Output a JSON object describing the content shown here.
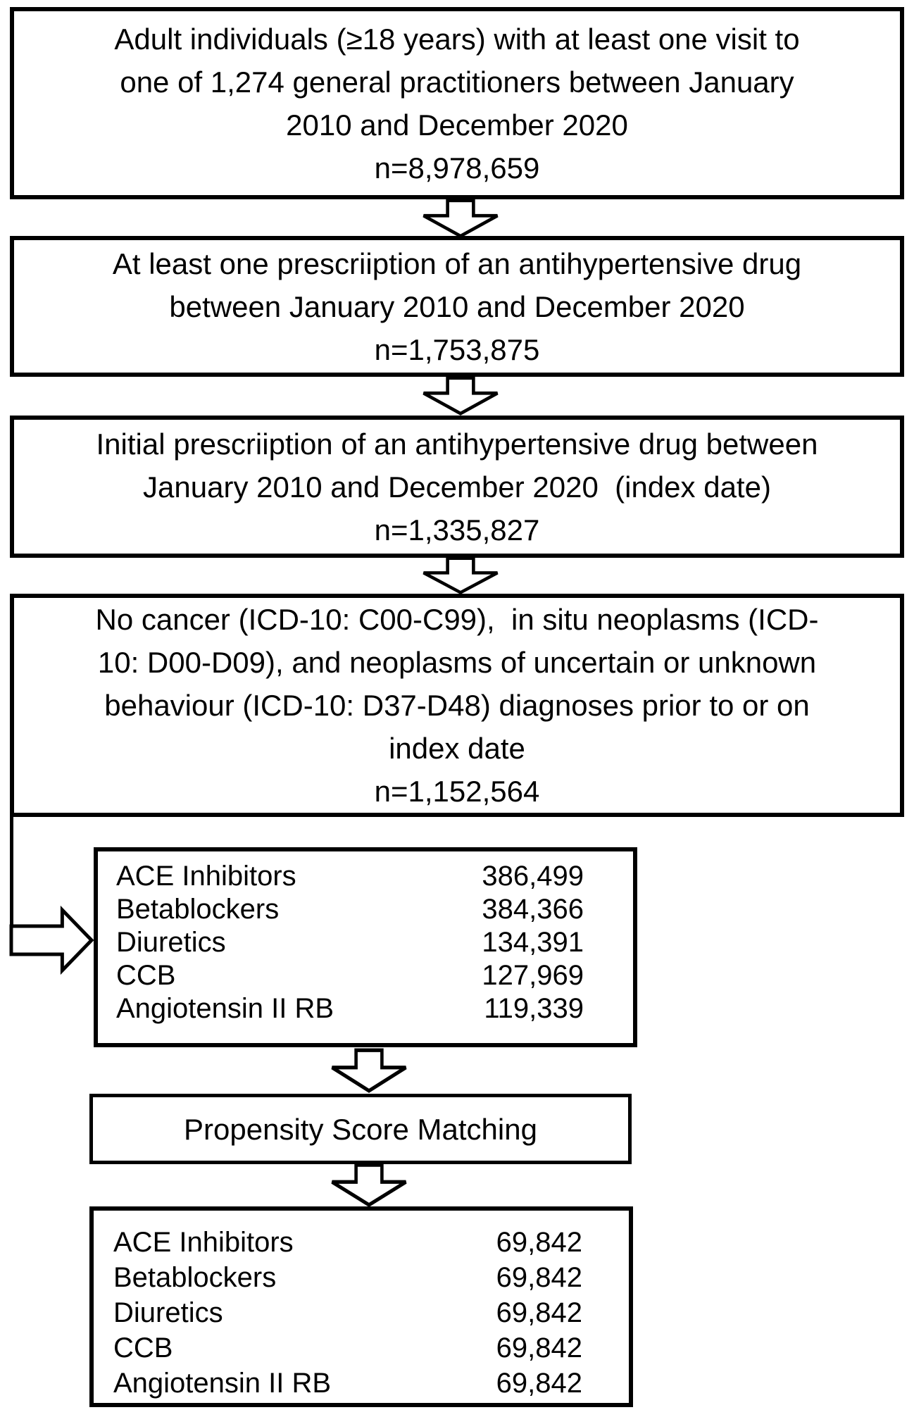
{
  "figure": {
    "background": "#ffffff",
    "ink": "#000000"
  },
  "boxes": {
    "adult_individuals": {
      "text": "Adult individuals (≥18 years) with at least one visit to\none of 1,274 general practitioners between January\n2010 and December 2020\nn=8,978,659"
    },
    "antihypertensive_prescription": {
      "text": "At least one prescriiption of an antihypertensive drug\nbetween January 2010 and December 2020\nn=1,753,875"
    },
    "initial_prescription": {
      "text": "Initial prescriiption of an antihypertensive drug between\nJanuary 2010 and December 2020  (index date)\nn=1,335,827"
    },
    "no_cancer": {
      "text": "No cancer (ICD-10: C00-C99),  in situ neoplasms (ICD-\n10: D00-D09), and neoplasms of uncertain or unknown\nbehaviour (ICD-10: D37-D48) diagnoses prior to or on\nindex date\nn=1,152,564"
    },
    "psm": {
      "text": "Propensity Score Matching"
    }
  },
  "initial_cohorts": {
    "rows": [
      {
        "label": "ACE Inhibitors",
        "value": "386,499"
      },
      {
        "label": "Betablockers",
        "value": "384,366"
      },
      {
        "label": "Diuretics",
        "value": "134,391"
      },
      {
        "label": "CCB",
        "value": "127,969"
      },
      {
        "label": "Angiotensin II RB",
        "value": "119,339"
      }
    ]
  },
  "matched_cohorts": {
    "rows": [
      {
        "label": "ACE Inhibitors",
        "value": "69,842"
      },
      {
        "label": "Betablockers",
        "value": "69,842"
      },
      {
        "label": "Diuretics",
        "value": "69,842"
      },
      {
        "label": "CCB",
        "value": "69,842"
      },
      {
        "label": "Angiotensin II RB",
        "value": "69,842"
      }
    ]
  }
}
